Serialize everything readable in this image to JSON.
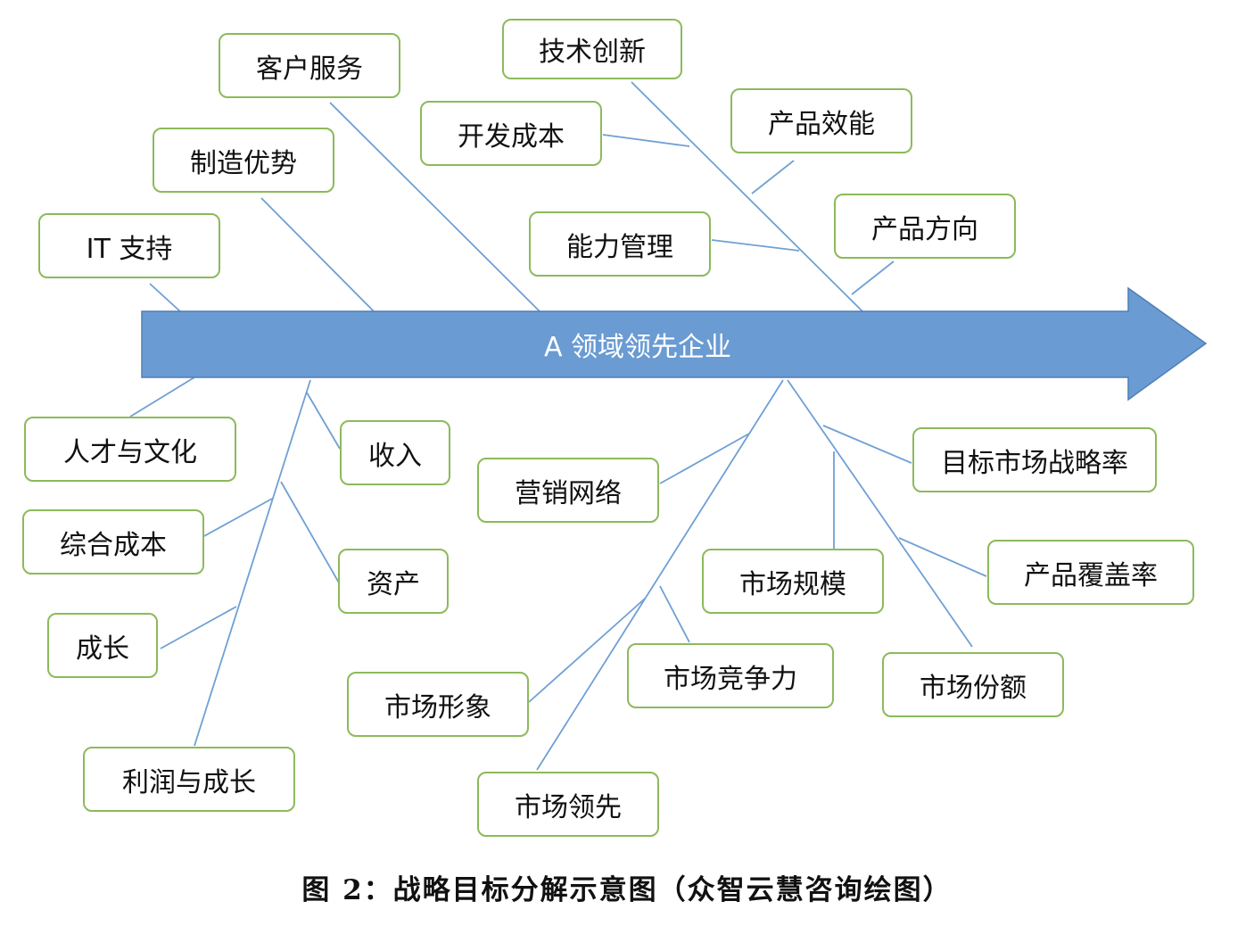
{
  "spine": {
    "label": "A  领域领先企业",
    "fill": "#6a9bd2",
    "stroke": "#4f7fb5"
  },
  "line_color": "#6fa0d4",
  "box_border_color": "#8cba5a",
  "nodes": {
    "kehu_fuwu": "客户服务",
    "jishu_chuangxin": "技术创新",
    "kaifa_chengben": "开发成本",
    "chanpin_xiaoneng": "产品效能",
    "zhizao_youshi": "制造优势",
    "it_zhichi": "IT 支持",
    "nengli_guanli": "能力管理",
    "chanpin_fangxiang": "产品方向",
    "rencai_wenhua": "人才与文化",
    "shouru": "收入",
    "yingxiao_wangluo": "营销网络",
    "mubiao_shichang": "目标市场战略率",
    "zonghe_chengben": "综合成本",
    "zichan": "资产",
    "shichang_guimo": "市场规模",
    "chanpin_fugai": "产品覆盖率",
    "chengzhang": "成长",
    "shichang_jingzheng": "市场竞争力",
    "shichang_fene": "市场份额",
    "shichang_xingxiang": "市场形象",
    "lirun_chengzhang": "利润与成长",
    "shichang_lingxian": "市场领先"
  },
  "caption": "图 2：战略目标分解示意图（众智云慧咨询绘图）"
}
